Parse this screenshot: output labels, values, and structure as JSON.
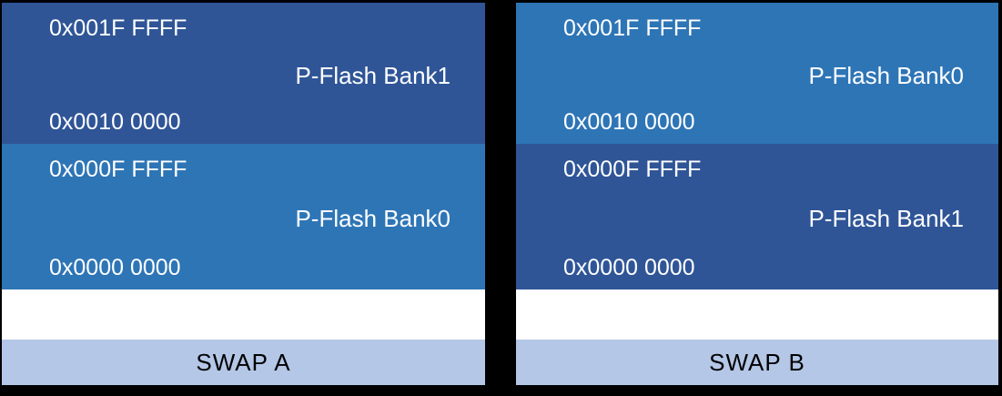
{
  "colors": {
    "background": "#000000",
    "dark_blue": "#2F5597",
    "light_blue": "#2E75B6",
    "swap_bar": "#B4C7E7",
    "white_gap": "#FFFFFF",
    "block_text": "#FFFFFF",
    "swap_text": "#000000"
  },
  "panels": [
    {
      "swap_label": "SWAP A",
      "blocks": [
        {
          "addr_high": "0x001F FFFF",
          "label": "P-Flash Bank1",
          "addr_low": "0x0010 0000"
        },
        {
          "addr_high": "0x000F FFFF",
          "label": "P-Flash Bank0",
          "addr_low": "0x0000 0000"
        }
      ]
    },
    {
      "swap_label": "SWAP B",
      "blocks": [
        {
          "addr_high": "0x001F FFFF",
          "label": "P-Flash Bank0",
          "addr_low": "0x0010 0000"
        },
        {
          "addr_high": "0x000F FFFF",
          "label": "P-Flash Bank1",
          "addr_low": "0x0000 0000"
        }
      ]
    }
  ]
}
